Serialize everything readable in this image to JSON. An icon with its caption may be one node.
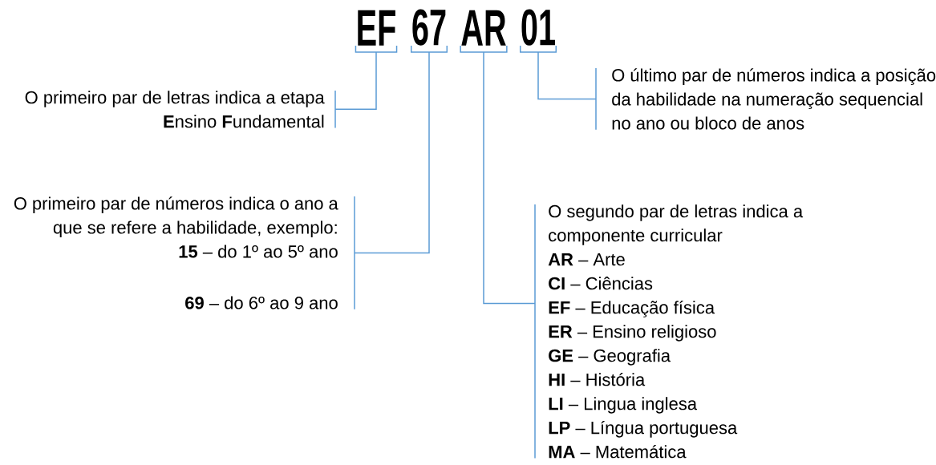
{
  "diagram": {
    "nodes": [
      {
        "text": [
          "EF"
        ]
      },
      {
        "text": [
          "67"
        ]
      },
      {
        "text": [
          "AR"
        ]
      },
      {
        "text": [
          "01"
        ]
      },
      {
        "text": [
          "O primeiro par de letras indica a etapa **E**nsino **F**undamental"
        ]
      },
      {
        "text": [
          "O último par de números indica a posição da habilidade na numeração sequencial no ano ou bloco de anos"
        ]
      },
      {
        "text": [
          "O primeiro par de números indica o ano a que se refere a habilidade, exemplo:",
          "**15** – do 1º ao 5º ano",
          "**69** – do 6º ao 9 ano"
        ]
      },
      {
        "text": [
          "O segundo par de letras indica a componente curricular",
          "**AR** – Arte",
          "**CI** – Ciências",
          "**EF** – Educação física",
          "**ER** – Ensino religioso",
          "**GE** – Geografia",
          "**HI** – História",
          "**LI** – Lingua inglesa",
          "**LP** – Língua portuguesa",
          "**MA** – Matemática"
        ]
      }
    ],
    "edges": [
      {
        "from": 0,
        "to": 4,
        "arrow": "none"
      },
      {
        "from": 1,
        "to": 6,
        "arrow": "none"
      },
      {
        "from": 2,
        "to": 7,
        "arrow": "none"
      },
      {
        "from": 3,
        "to": 5,
        "arrow": "none"
      }
    ]
  }
}
